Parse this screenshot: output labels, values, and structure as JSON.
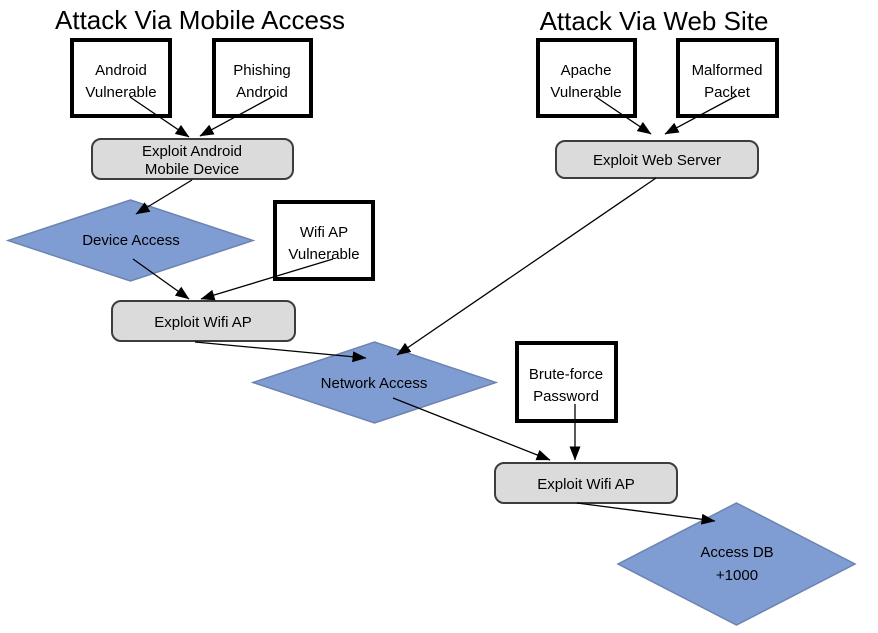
{
  "titles": {
    "mobile": "Attack Via Mobile Access",
    "web": "Attack Via Web Site"
  },
  "colors": {
    "background": "#ffffff",
    "condition_box_fill": "#ffffff",
    "condition_box_border": "#000000",
    "action_box_fill": "#dbdbdb",
    "action_box_border": "#3d3d3d",
    "state_diamond_fill": "#7f9dd3",
    "state_diamond_border": "#6d84b0",
    "edge_color": "#000000",
    "text_color": "#000000"
  },
  "diagram": {
    "nodes": {
      "android_vulnerable": {
        "type": "condition",
        "lines": [
          "Android",
          "Vulnerable"
        ]
      },
      "phishing_android": {
        "type": "condition",
        "lines": [
          "Phishing",
          "Android"
        ]
      },
      "apache_vulnerable": {
        "type": "condition",
        "lines": [
          "Apache",
          "Vulnerable"
        ]
      },
      "malformed_packet": {
        "type": "condition",
        "lines": [
          "Malformed",
          "Packet"
        ]
      },
      "wifi_ap_vulnerable": {
        "type": "condition",
        "lines": [
          "Wifi AP",
          "Vulnerable"
        ]
      },
      "brute_force_password": {
        "type": "condition",
        "lines": [
          "Brute-force",
          "Password"
        ]
      },
      "exploit_android_mobile_device": {
        "type": "action",
        "lines": [
          "Exploit Android",
          "Mobile Device"
        ]
      },
      "exploit_web_server": {
        "type": "action",
        "lines": [
          "Exploit Web Server"
        ]
      },
      "exploit_wifi_ap_1": {
        "type": "action",
        "lines": [
          "Exploit Wifi AP"
        ]
      },
      "exploit_wifi_ap_2": {
        "type": "action",
        "lines": [
          "Exploit Wifi AP"
        ]
      },
      "device_access": {
        "type": "state",
        "lines": [
          "Device Access"
        ]
      },
      "network_access": {
        "type": "state",
        "lines": [
          "Network Access"
        ]
      },
      "access_db_1000": {
        "type": "state",
        "lines": [
          "Access DB",
          "+1000"
        ]
      }
    },
    "edges": [
      {
        "from": "android_vulnerable",
        "to": "exploit_android_mobile_device"
      },
      {
        "from": "phishing_android",
        "to": "exploit_android_mobile_device"
      },
      {
        "from": "exploit_android_mobile_device",
        "to": "device_access"
      },
      {
        "from": "device_access",
        "to": "exploit_wifi_ap_1"
      },
      {
        "from": "wifi_ap_vulnerable",
        "to": "exploit_wifi_ap_1"
      },
      {
        "from": "exploit_wifi_ap_1",
        "to": "network_access"
      },
      {
        "from": "apache_vulnerable",
        "to": "exploit_web_server"
      },
      {
        "from": "malformed_packet",
        "to": "exploit_web_server"
      },
      {
        "from": "exploit_web_server",
        "to": "network_access"
      },
      {
        "from": "network_access",
        "to": "exploit_wifi_ap_2"
      },
      {
        "from": "brute_force_password",
        "to": "exploit_wifi_ap_2"
      },
      {
        "from": "exploit_wifi_ap_2",
        "to": "access_db_1000"
      }
    ]
  }
}
